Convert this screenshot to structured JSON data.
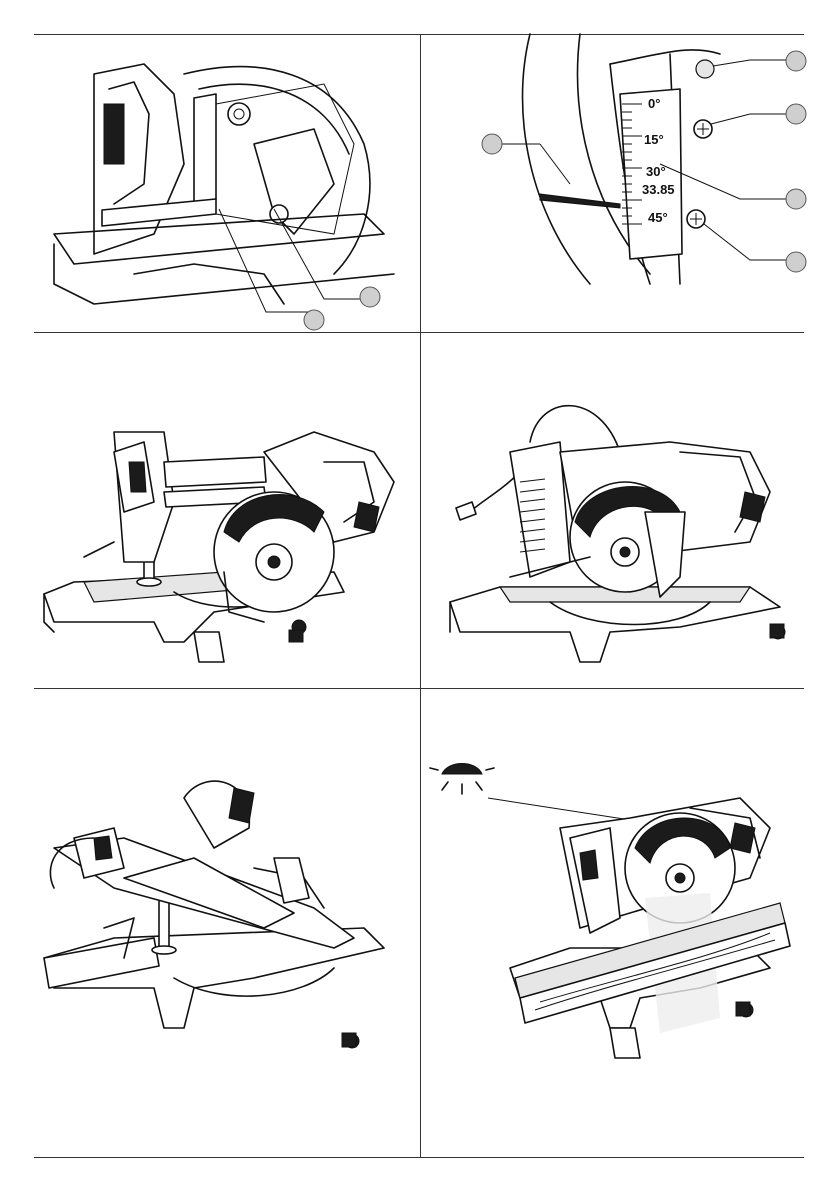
{
  "figures": [
    {
      "id": "fig-square-check",
      "callouts": 2
    },
    {
      "id": "fig-bevel-scale",
      "callouts": 5,
      "scale_labels": [
        "0°",
        "15°",
        "30°",
        "33.85",
        "45°"
      ]
    },
    {
      "id": "fig-saw-front-clamp",
      "callouts": 0
    },
    {
      "id": "fig-saw-side",
      "callouts": 0
    },
    {
      "id": "fig-saw-bevel-motor",
      "callouts": 0
    },
    {
      "id": "fig-saw-light-cutline",
      "callouts": 0,
      "icon": "work-light-icon"
    }
  ],
  "scale": {
    "l0": "0°",
    "l15": "15°",
    "l30": "30°",
    "l3385": "33.85",
    "l45": "45°"
  }
}
